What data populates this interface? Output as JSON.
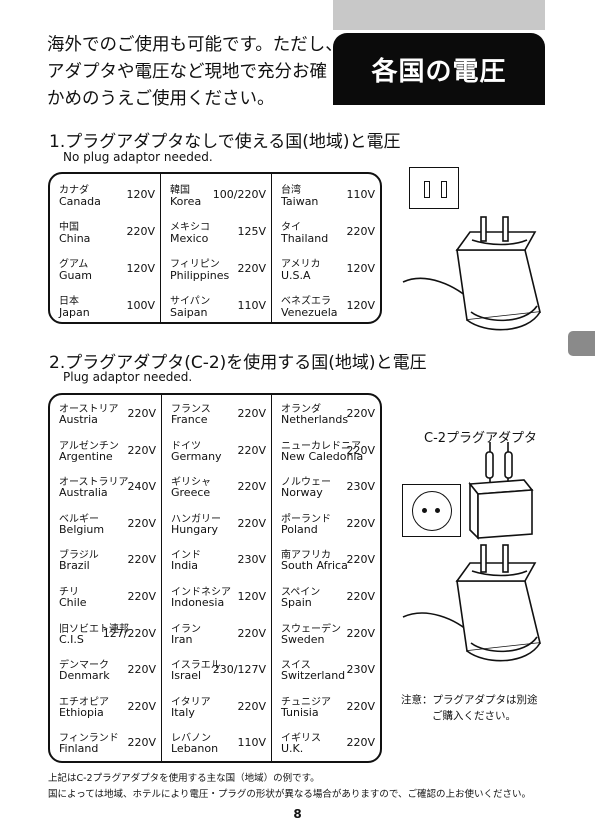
{
  "header": {
    "title": "各国の電圧",
    "intro": [
      "海外でのご使用も可能です。ただし、",
      "アダプタや電圧など現地で充分お確",
      "かめのうえご使用ください。"
    ]
  },
  "section1": {
    "title": "1.プラグアダプタなしで使える国(地域)と電圧",
    "subtitle": "No plug adaptor needed.",
    "columns": [
      [
        {
          "jp": "カナダ",
          "en": "Canada",
          "v": "120V"
        },
        {
          "jp": "中国",
          "en": "China",
          "v": "220V"
        },
        {
          "jp": "グアム",
          "en": "Guam",
          "v": "120V"
        },
        {
          "jp": "日本",
          "en": "Japan",
          "v": "100V"
        }
      ],
      [
        {
          "jp": "韓国",
          "en": "Korea",
          "v": "100/220V"
        },
        {
          "jp": "メキシコ",
          "en": "Mexico",
          "v": "125V"
        },
        {
          "jp": "フィリピン",
          "en": "Philippines",
          "v": "220V"
        },
        {
          "jp": "サイパン",
          "en": "Saipan",
          "v": "110V"
        }
      ],
      [
        {
          "jp": "台湾",
          "en": "Taiwan",
          "v": "110V"
        },
        {
          "jp": "タイ",
          "en": "Thailand",
          "v": "220V"
        },
        {
          "jp": "アメリカ",
          "en": "U.S.A",
          "v": "120V"
        },
        {
          "jp": "ベネズエラ",
          "en": "Venezuela",
          "v": "120V"
        }
      ]
    ]
  },
  "section2": {
    "title": "2.プラグアダプタ(C-2)を使用する国(地域)と電圧",
    "subtitle": "Plug adaptor needed.",
    "columns": [
      [
        {
          "jp": "オーストリア",
          "en": "Austria",
          "v": "220V"
        },
        {
          "jp": "アルゼンチン",
          "en": "Argentine",
          "v": "220V"
        },
        {
          "jp": "オーストラリア",
          "en": "Australia",
          "v": "240V"
        },
        {
          "jp": "ベルギー",
          "en": "Belgium",
          "v": "220V"
        },
        {
          "jp": "ブラジル",
          "en": "Brazil",
          "v": "220V"
        },
        {
          "jp": "チリ",
          "en": "Chile",
          "v": "220V"
        },
        {
          "jp": "旧ソビエト連邦",
          "en": "C.I.S",
          "v": "127/220V"
        },
        {
          "jp": "デンマーク",
          "en": "Denmark",
          "v": "220V"
        },
        {
          "jp": "エチオピア",
          "en": "Ethiopia",
          "v": "220V"
        },
        {
          "jp": "フィンランド",
          "en": "Finland",
          "v": "220V"
        }
      ],
      [
        {
          "jp": "フランス",
          "en": "France",
          "v": "220V"
        },
        {
          "jp": "ドイツ",
          "en": "Germany",
          "v": "220V"
        },
        {
          "jp": "ギリシャ",
          "en": "Greece",
          "v": "220V"
        },
        {
          "jp": "ハンガリー",
          "en": "Hungary",
          "v": "220V"
        },
        {
          "jp": "インド",
          "en": "India",
          "v": "230V"
        },
        {
          "jp": "インドネシア",
          "en": "Indonesia",
          "v": "120V"
        },
        {
          "jp": "イラン",
          "en": "Iran",
          "v": "220V"
        },
        {
          "jp": "イスラエル",
          "en": "Israel",
          "v": "230/127V"
        },
        {
          "jp": "イタリア",
          "en": "Italy",
          "v": "220V"
        },
        {
          "jp": "レバノン",
          "en": "Lebanon",
          "v": "110V"
        }
      ],
      [
        {
          "jp": "オランダ",
          "en": "Netherlands",
          "v": "220V"
        },
        {
          "jp": "ニューカレドニア",
          "en": "New Caledonia",
          "v": "220V"
        },
        {
          "jp": "ノルウェー",
          "en": "Norway",
          "v": "230V"
        },
        {
          "jp": "ポーランド",
          "en": "Poland",
          "v": "220V"
        },
        {
          "jp": "南アフリカ",
          "en": "South Africa",
          "v": "220V"
        },
        {
          "jp": "スペイン",
          "en": "Spain",
          "v": "220V"
        },
        {
          "jp": "スウェーデン",
          "en": "Sweden",
          "v": "220V"
        },
        {
          "jp": "スイス",
          "en": "Switzerland",
          "v": "230V"
        },
        {
          "jp": "チュニジア",
          "en": "Tunisia",
          "v": "220V"
        },
        {
          "jp": "イギリス",
          "en": "U.K.",
          "v": "220V"
        }
      ]
    ]
  },
  "adaptor_label": "C-2プラグアダプタ",
  "note": [
    "注意：プラグアダプタは別途",
    "ご購入ください。"
  ],
  "footnotes": [
    "上記はC-2プラグアダプタを使用する主な国（地域）の例です。",
    "国によっては地域、ホテルにより電圧・プラグの形状が異なる場合がありますので、ご確認の上お使いください。"
  ],
  "page_number": "8"
}
